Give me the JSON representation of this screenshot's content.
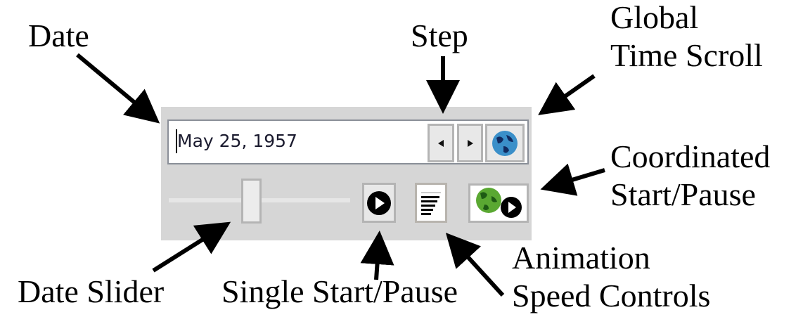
{
  "widget": {
    "date_value": "May 25, 1957",
    "slider_position_fraction": 0.45
  },
  "annotations": {
    "date": "Date",
    "step": "Step",
    "global_time_scroll": [
      "Global",
      "Time Scroll"
    ],
    "coordinated_start_pause": [
      "Coordinated",
      "Start/Pause"
    ],
    "date_slider": "Date Slider",
    "single_start_pause": "Single Start/Pause",
    "animation_speed_controls": [
      "Animation",
      "Speed Controls"
    ]
  }
}
